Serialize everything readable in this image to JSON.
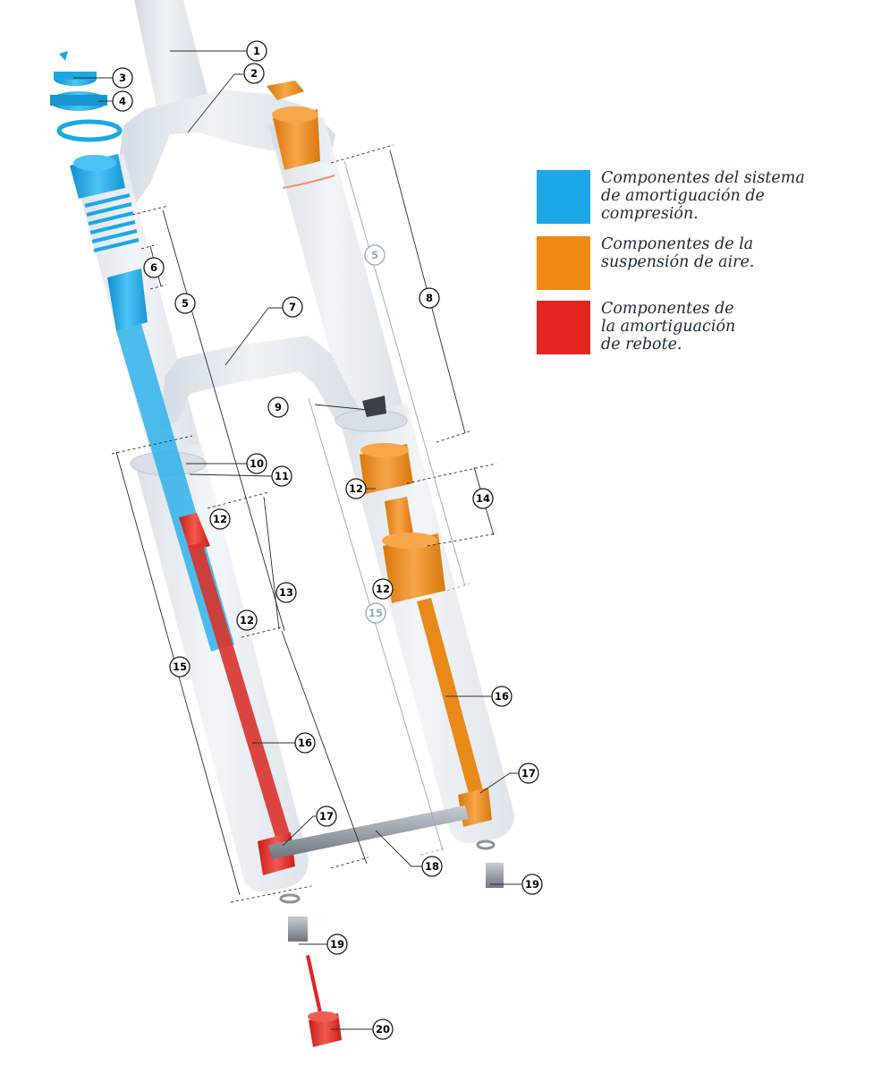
{
  "colors": {
    "compression": "#1aa8e6",
    "air": "#f08a13",
    "rebound": "#e52420",
    "fork_body": "#dfe6ee",
    "outline": "#1b1b1b",
    "ghost_label": "#8fa9bf"
  },
  "legend": {
    "items": [
      {
        "text": "Componentes del sistema\nde amortiguación de\ncompresión.",
        "color": "#1aa8e6"
      },
      {
        "text": "Componentes de la\nsuspensión de aire.",
        "color": "#f08a13"
      },
      {
        "text": "Componentes de\nla amortiguación\nde rebote.",
        "color": "#e52420"
      }
    ]
  },
  "callouts": {
    "c1": "1",
    "c2": "2",
    "c3": "3",
    "c4": "4",
    "c5a": "5",
    "c5b": "5",
    "c6": "6",
    "c7": "7",
    "c8": "8",
    "c9": "9",
    "c10": "10",
    "c11": "11",
    "c12a": "12",
    "c12b": "12",
    "c12c": "12",
    "c12d": "12",
    "c13": "13",
    "c14": "14",
    "c15a": "15",
    "c15b": "15",
    "c16a": "16",
    "c16b": "16",
    "c17a": "17",
    "c17b": "17",
    "c18": "18",
    "c19a": "19",
    "c19b": "19",
    "c20": "20"
  }
}
